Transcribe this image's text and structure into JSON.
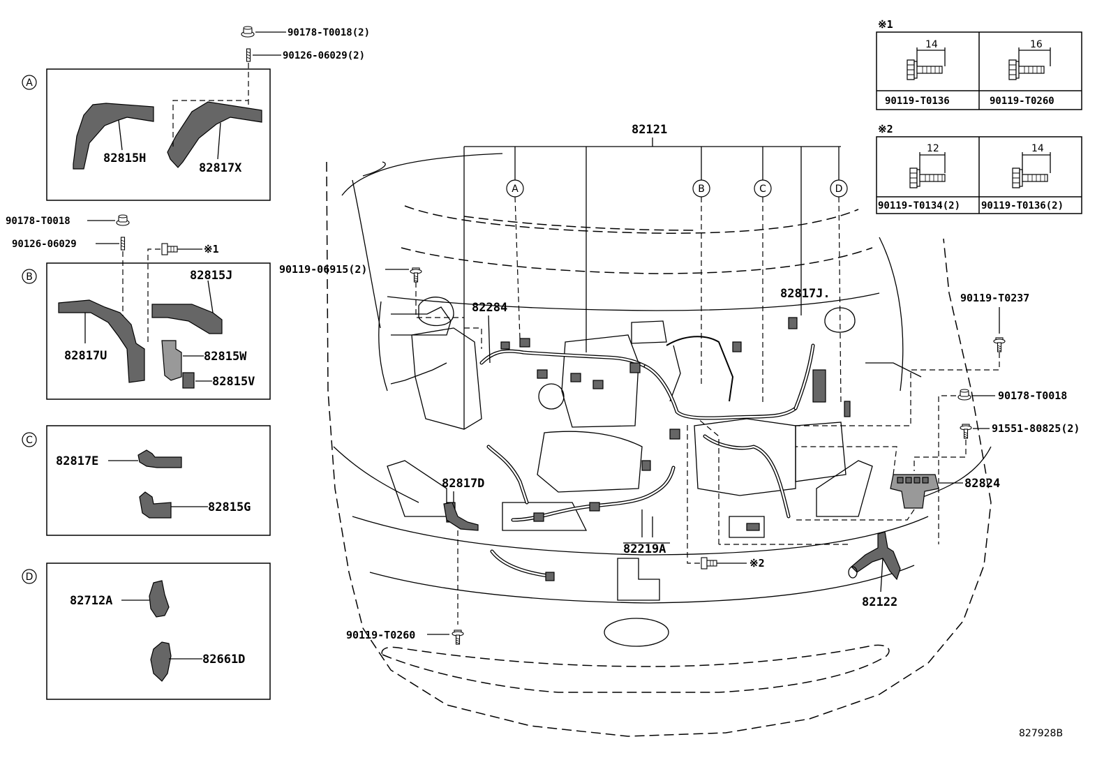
{
  "diagram_id": "827928B",
  "callouts": {
    "A": "A",
    "B": "B",
    "C": "C",
    "D": "D"
  },
  "notes": {
    "n1": "※1",
    "n2": "※2"
  },
  "main": {
    "harness": "82121",
    "p82284": "82284",
    "p82817J": "82817J.",
    "p82817D": "82817D",
    "p82219A": "82219A",
    "p82122": "82122",
    "p82824": "82824",
    "b06915": "90119-06915(2)",
    "bT0237": "90119-T0237",
    "bT0018": "90178-T0018",
    "b91551": "91551-80825(2)",
    "bT0260": "90119-T0260"
  },
  "box_a": {
    "top1": "90178-T0018(2)",
    "top2": "90126-06029(2)",
    "p1": "82815H",
    "p2": "82817X"
  },
  "box_b": {
    "top1": "90178-T0018",
    "top2": "90126-06029",
    "p1": "82815J",
    "p2": "82817U",
    "p3": "82815W",
    "p4": "82815V"
  },
  "box_c": {
    "p1": "82817E",
    "p2": "82815G"
  },
  "box_d": {
    "p1": "82712A",
    "p2": "82661D"
  },
  "bolt_table_1": {
    "c1_dim": "14",
    "c1_part": "90119-T0136",
    "c2_dim": "16",
    "c2_part": "90119-T0260"
  },
  "bolt_table_2": {
    "c1_dim": "12",
    "c1_part": "90119-T0134(2)",
    "c2_dim": "14",
    "c2_part": "90119-T0136(2)"
  }
}
